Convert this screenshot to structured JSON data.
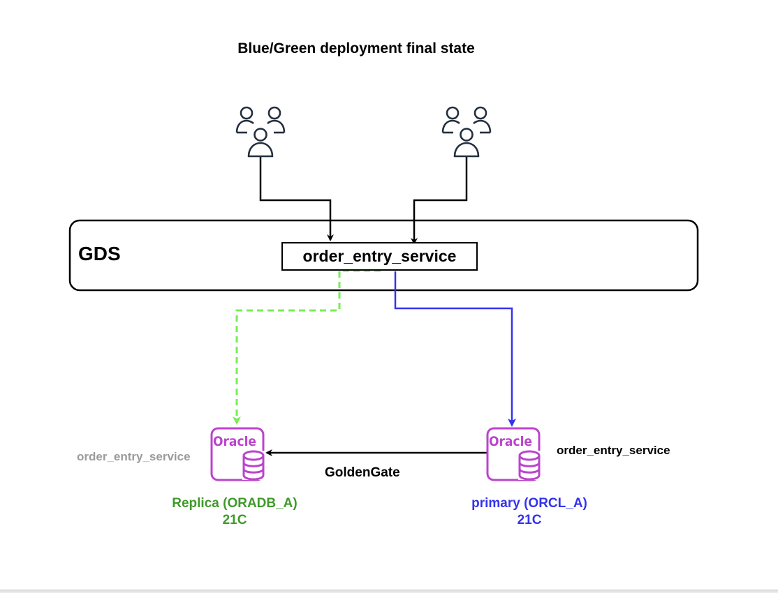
{
  "title": "Blue/Green deployment final state",
  "gds": {
    "label": "GDS",
    "service_name": "order_entry_service"
  },
  "users": [
    {
      "icon": "users-group-icon"
    },
    {
      "icon": "users-group-icon"
    }
  ],
  "connectors": {
    "replica_route": {
      "style": "dashed",
      "color": "#77ee55"
    },
    "primary_route": {
      "style": "solid",
      "color": "#3333ee"
    },
    "replication_label": "GoldenGate"
  },
  "databases": {
    "replica": {
      "icon_text": "Oracle",
      "service_label": "order_entry_service",
      "name": "Replica (ORADB_A)",
      "version": "21C",
      "color": "#3f9a2a"
    },
    "primary": {
      "icon_text": "Oracle",
      "service_label": "order_entry_service",
      "name": "primary (ORCL_A)",
      "version": "21C",
      "color": "#3333ee"
    }
  },
  "colors": {
    "oracle_icon": "#bb44cc",
    "user_icon": "#232f3e"
  }
}
